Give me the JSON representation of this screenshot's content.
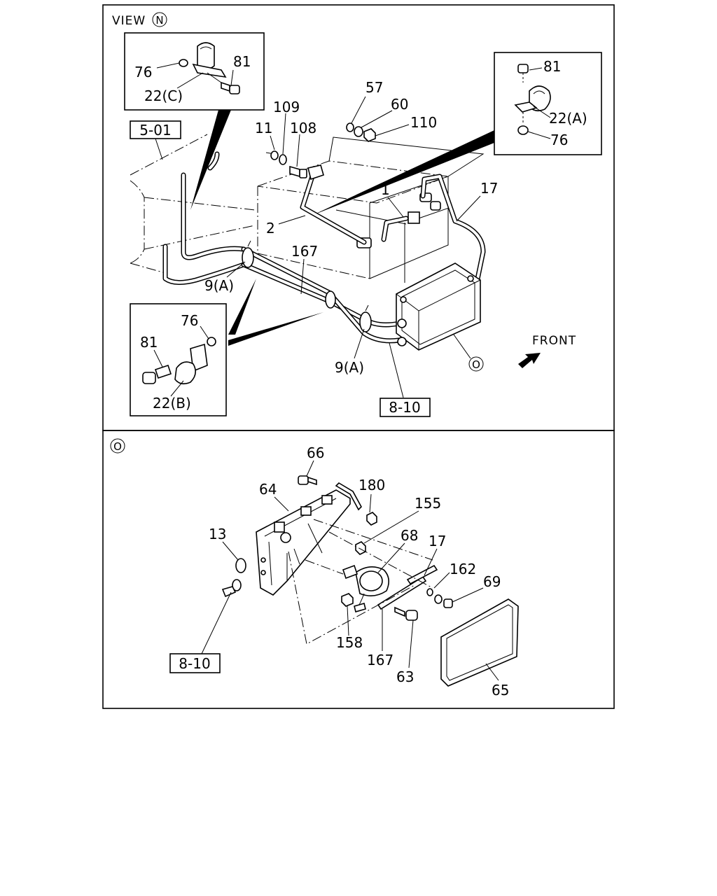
{
  "view_title": "VIEW",
  "view_marker": "N",
  "detail_marker": "O",
  "front_label": "FRONT",
  "references": {
    "ref_5_01": "5-01",
    "ref_8_10_top": "8-10",
    "ref_8_10_bottom": "8-10"
  },
  "top_labels": {
    "c_76": "76",
    "c_81": "81",
    "c_22c": "22(C)",
    "a_81": "81",
    "a_22a": "22(A)",
    "a_76": "76",
    "b_76": "76",
    "b_81": "81",
    "b_22b": "22(B)",
    "p_57": "57",
    "p_60": "60",
    "p_110": "110",
    "p_109": "109",
    "p_11": "11",
    "p_108": "108",
    "p_1": "1",
    "p_17": "17",
    "p_2": "2",
    "p_167": "167",
    "p_9a_1": "9(A)",
    "p_9a_2": "9(A)"
  },
  "bottom_labels": {
    "p_66": "66",
    "p_64": "64",
    "p_180": "180",
    "p_155": "155",
    "p_13": "13",
    "p_68": "68",
    "p_17": "17",
    "p_162": "162",
    "p_69": "69",
    "p_158": "158",
    "p_167": "167",
    "p_63": "63",
    "p_65": "65"
  }
}
